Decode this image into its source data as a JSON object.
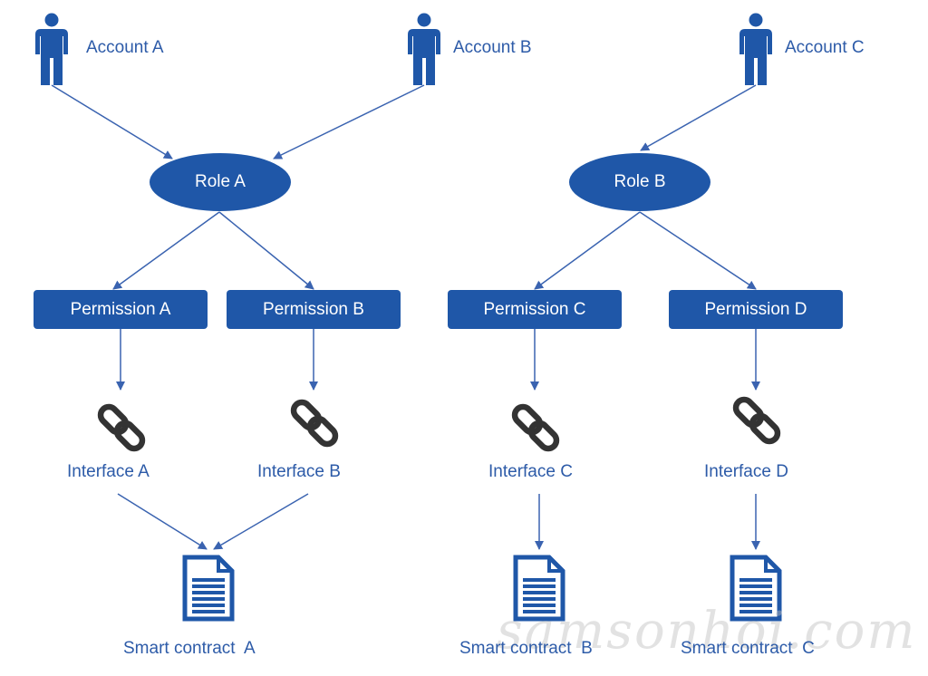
{
  "accounts": [
    {
      "label": "Account A"
    },
    {
      "label": "Account B"
    },
    {
      "label": "Account C"
    }
  ],
  "roles": [
    {
      "label": "Role A"
    },
    {
      "label": "Role B"
    }
  ],
  "permissions": [
    {
      "label": "Permission A"
    },
    {
      "label": "Permission B"
    },
    {
      "label": "Permission C"
    },
    {
      "label": "Permission D"
    }
  ],
  "interfaces": [
    {
      "label": "Interface A"
    },
    {
      "label": "Interface B"
    },
    {
      "label": "Interface C"
    },
    {
      "label": "Interface D"
    }
  ],
  "contracts": [
    {
      "label": "Smart contract  A"
    },
    {
      "label": "Smart contract  B"
    },
    {
      "label": "Smart contract  C"
    }
  ],
  "watermark": "samsonhoi.com",
  "colors": {
    "primary": "#1f57a8",
    "text": "#2d5ba8",
    "line": "#3a63b0"
  },
  "icons": {
    "account": "person-icon",
    "interface": "chain-link-icon",
    "contract": "document-icon"
  }
}
